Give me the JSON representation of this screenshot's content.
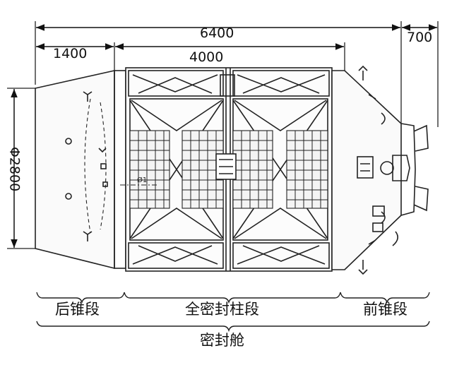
{
  "dimensions": {
    "overall_length": "6400",
    "mid_length": "4000",
    "rear_length": "1400",
    "front_length": "700",
    "diameter": "Φ2800"
  },
  "sections": {
    "rear_cone": "后锥段",
    "cylinder": "全密封柱段",
    "front_cone": "前锥段",
    "sealed_cabin": "密封舱"
  }
}
